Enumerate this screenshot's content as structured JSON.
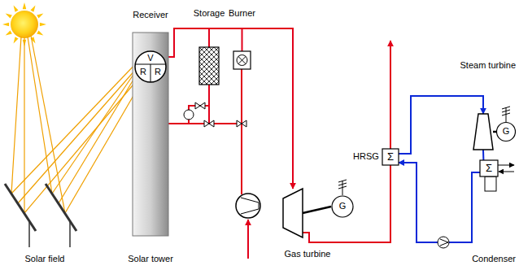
{
  "diagram": {
    "nodes": [
      {
        "text": [
          "Solar tower"
        ]
      },
      {
        "text": [
          "Receiver",
          "V",
          "R",
          "R"
        ],
        "in": 0
      },
      {
        "text": [
          "Storage"
        ]
      },
      {
        "text": [
          "Burner"
        ]
      },
      {
        "text": [
          "HRSG",
          "Σ"
        ]
      },
      {
        "text": [
          "Gas turbine"
        ]
      },
      {
        "text": [
          "G"
        ]
      },
      {
        "text": [
          "Steam turbine"
        ]
      },
      {
        "text": [
          "G"
        ]
      },
      {
        "text": [
          "Σ",
          "Condenser"
        ]
      }
    ],
    "edges": [
      {
        "from": 1,
        "to": 5,
        "arrow": "to"
      },
      {
        "from": 1,
        "to": 2,
        "arrow": "none"
      },
      {
        "from": 1,
        "to": 3,
        "arrow": "none"
      },
      {
        "from": 5,
        "to": 4,
        "arrow": "none"
      },
      {
        "from": 4,
        "to": 7,
        "arrow": "to"
      },
      {
        "from": 7,
        "to": 9,
        "arrow": "none"
      },
      {
        "from": 9,
        "to": 4,
        "arrow": "to"
      },
      {
        "from": 5,
        "to": 6,
        "arrow": "none"
      },
      {
        "from": 7,
        "to": 8,
        "arrow": "none"
      }
    ],
    "labels": [
      "Solar field"
    ]
  }
}
